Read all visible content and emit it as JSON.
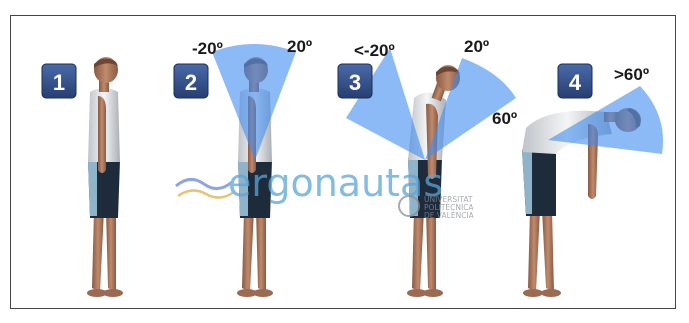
{
  "panels": [
    {
      "number": "1",
      "angles": []
    },
    {
      "number": "2",
      "angles": [
        "-20º",
        "20º"
      ]
    },
    {
      "number": "3",
      "angles": [
        "<-20º",
        "20º",
        "60º"
      ]
    },
    {
      "number": "4",
      "angles": [
        ">60º"
      ]
    }
  ],
  "watermark": {
    "brand": "ergonautas",
    "university_line1": "UNIVERSITAT",
    "university_line2": "POLITÈCNICA",
    "university_line3": "DE VALÈNCIA"
  },
  "colors": {
    "sector_fill": "#3f8cf0",
    "badge_fill": "#2f4f88",
    "skin": "#b07a5e",
    "shirt": "#e9eaec",
    "shorts": "#1d2b3a",
    "shorts_side": "#8fb3c9",
    "brand_blue": "#5aa5d8",
    "brand_gray": "#8a8f97"
  }
}
